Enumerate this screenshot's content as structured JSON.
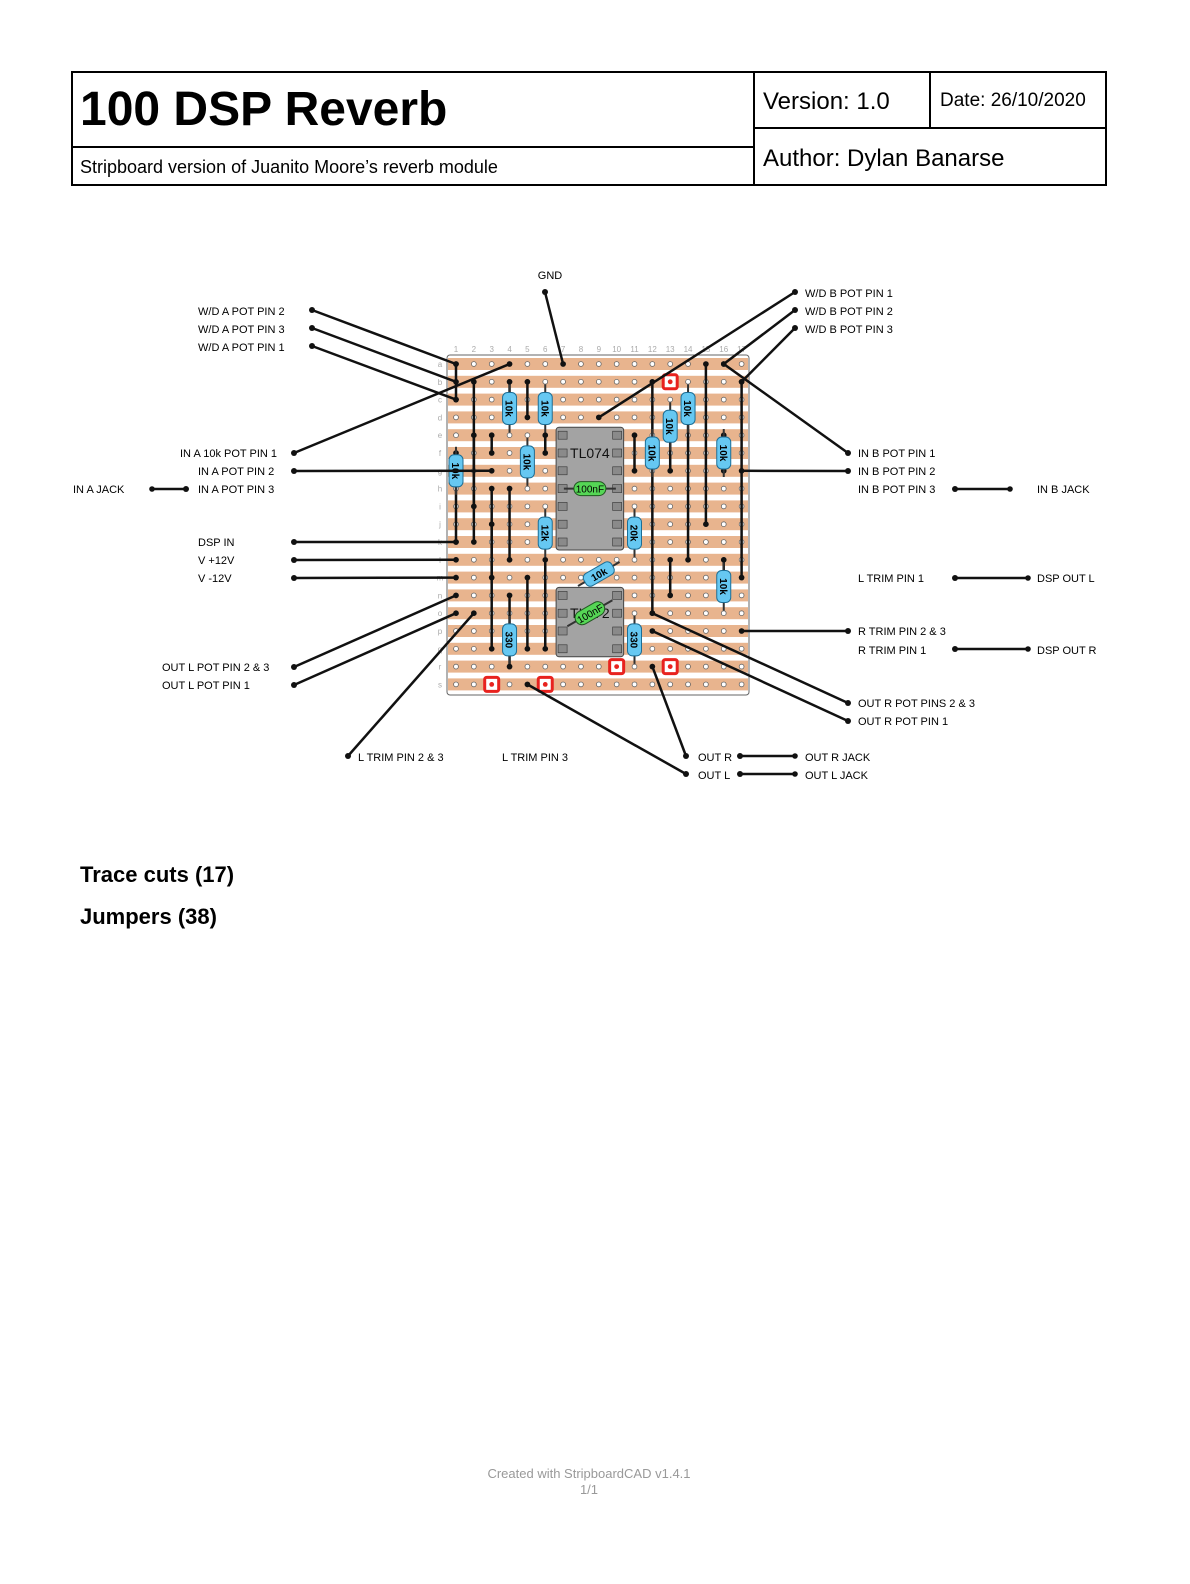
{
  "title_block": {
    "title": "100 DSP Reverb",
    "subtitle": "Stripboard version of Juanito Moore’s reverb module",
    "version": "Version: 1.0",
    "date": "Date: 26/10/2020",
    "author": "Author: Dylan Banarse"
  },
  "board": {
    "columns": [
      "1",
      "2",
      "3",
      "4",
      "5",
      "6",
      "7",
      "8",
      "9",
      "10",
      "11",
      "12",
      "13",
      "14",
      "15",
      "16",
      "17"
    ],
    "rows": [
      "a",
      "b",
      "c",
      "d",
      "e",
      "f",
      "g",
      "h",
      "i",
      "j",
      "k",
      "l",
      "m",
      "n",
      "o",
      "p",
      "q",
      "r",
      "s"
    ],
    "colors": {
      "strip": "#e8b48e",
      "gap": "#ffffff",
      "wire": "#111111",
      "resistor": "#66c8f2",
      "capacitor": "#55d655",
      "ic": "#a3a3a3",
      "cut": "#e8221e"
    }
  },
  "components": {
    "ics": [
      "TL074",
      "TL072"
    ],
    "resistors": [
      "10k",
      "10k",
      "10k",
      "10k",
      "10k",
      "10k",
      "10k",
      "10k",
      "12k",
      "20k",
      "10k",
      "10k",
      "330",
      "330"
    ],
    "capacitors": [
      "100nF",
      "100nF"
    ]
  },
  "connections": {
    "gnd": "GND",
    "wd_a_pot_pin2": "W/D A POT PIN 2",
    "wd_a_pot_pin3": "W/D A POT PIN 3",
    "wd_a_pot_pin1": "W/D A POT PIN 1",
    "wd_b_pot_pin1": "W/D B POT PIN 1",
    "wd_b_pot_pin2": "W/D B POT PIN 2",
    "wd_b_pot_pin3": "W/D B POT PIN 3",
    "in_a_10k_pot_pin1": "IN A 10k POT PIN 1",
    "in_a_pot_pin2": "IN A POT PIN 2",
    "in_a_pot_pin3": "IN A POT PIN 3",
    "in_a_jack": "IN A JACK",
    "in_b_pot_pin1": "IN B POT PIN 1",
    "in_b_pot_pin2": "IN B POT PIN 2",
    "in_b_pot_pin3": "IN B POT PIN 3",
    "in_b_jack": "IN B JACK",
    "dsp_in": "DSP IN",
    "v_plus_12": "V +12V",
    "v_minus_12": "V -12V",
    "l_trim_pin1": "L TRIM PIN 1",
    "dsp_out_l": "DSP OUT L",
    "r_trim_pin23": "R TRIM PIN 2 & 3",
    "r_trim_pin1": "R TRIM PIN 1",
    "dsp_out_r": "DSP OUT R",
    "out_l_pot_pin23": "OUT L POT PIN 2 & 3",
    "out_l_pot_pin1": "OUT L POT PIN 1",
    "out_r_pot_pins23": "OUT R POT PINS 2 & 3",
    "out_r_pot_pin1": "OUT R POT PIN 1",
    "l_trim_pin23": "L TRIM PIN 2 & 3",
    "l_trim_pin3": "L TRIM PIN 3",
    "out_r": "OUT R",
    "out_r_jack": "OUT R JACK",
    "out_l": "OUT L",
    "out_l_jack": "OUT L JACK"
  },
  "summary": {
    "trace_cuts": "Trace cuts (17)",
    "jumpers": "Jumpers (38)"
  },
  "footer": {
    "created_with": "Created with StripboardCAD v1.4.1",
    "page": "1/1"
  }
}
